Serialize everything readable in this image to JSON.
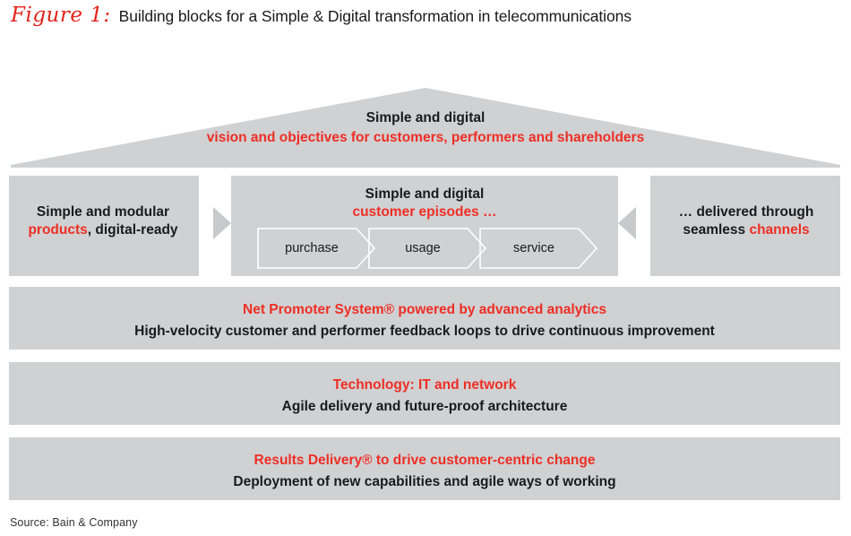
{
  "header": {
    "figure_label": "Figure 1:",
    "title": "Building blocks for a Simple & Digital transformation in telecommunications"
  },
  "colors": {
    "accent_red": "#EE2E24",
    "block_gray": "#D0D1D3",
    "roof_gray": "#D0D1D3",
    "arrow_gray": "#C8C9CB",
    "text_black": "#1a1a1a",
    "background": "#FFFFFF"
  },
  "diagram": {
    "type": "house-building-blocks",
    "roof": {
      "line1": "Simple and digital",
      "line2": "vision and objectives for customers, performers and shareholders",
      "line1_color": "black",
      "line2_color": "red"
    },
    "middle_row": {
      "left_block": {
        "line1": "Simple and modular",
        "line2_red": "products",
        "line2_rest": ", digital-ready"
      },
      "arrow_right": "triangle-right",
      "center_block": {
        "line1": "Simple and digital",
        "line2": "customer episodes …",
        "line2_color": "red",
        "episodes": [
          "purchase",
          "usage",
          "service"
        ]
      },
      "arrow_left": "triangle-left",
      "right_block": {
        "line1": "… delivered through",
        "line2_rest": "seamless ",
        "line2_red": "channels"
      }
    },
    "foundation_bars": [
      {
        "title": "Net Promoter System® powered by advanced analytics",
        "subtitle": "High-velocity customer and performer feedback loops to drive continuous improvement"
      },
      {
        "title": "Technology: IT and network",
        "subtitle": "Agile delivery and future-proof architecture"
      },
      {
        "title": "Results Delivery® to drive customer-centric change",
        "subtitle": "Deployment of new capabilities and agile ways of working"
      }
    ]
  },
  "footer": {
    "source": "Source: Bain & Company"
  }
}
